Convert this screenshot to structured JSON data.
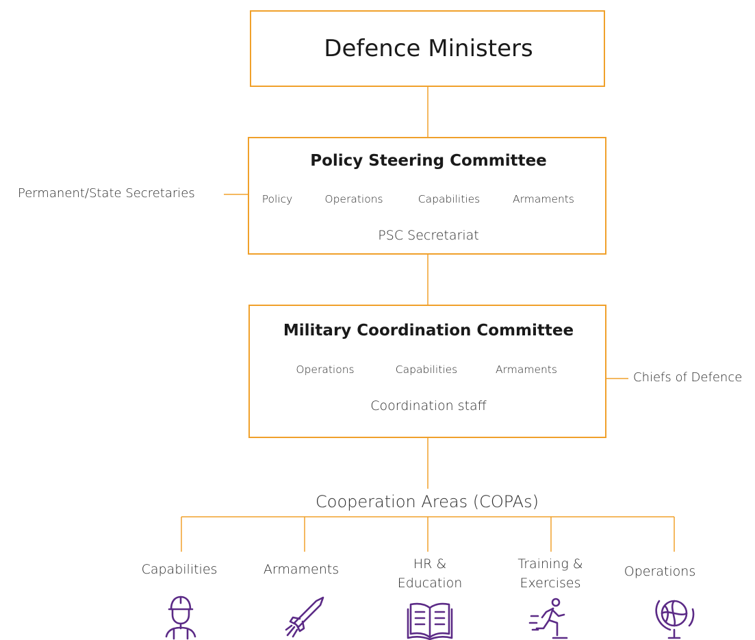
{
  "top_box": {
    "title": "Defence Ministers"
  },
  "psc_box": {
    "title": "Policy Steering Committee",
    "items": [
      "Policy",
      "Operations",
      "Capabilities",
      "Armaments"
    ],
    "footer": "PSC Secretariat"
  },
  "psc_side_label": "Permanent/State Secretaries",
  "mcc_box": {
    "title": "Military Coordination Committee",
    "items": [
      "Operations",
      "Capabilities",
      "Armaments"
    ],
    "footer": "Coordination staff"
  },
  "mcc_side_label": "Chiefs of Defence",
  "copas_label": "Cooperation Areas (COPAs)",
  "areas": [
    {
      "line1": "Capabilities",
      "line2": "",
      "icon": "soldier-icon"
    },
    {
      "line1": "Armaments",
      "line2": "",
      "icon": "missile-icon"
    },
    {
      "line1": "HR &",
      "line2": "Education",
      "icon": "book-icon"
    },
    {
      "line1": "Training &",
      "line2": "Exercises",
      "icon": "running-person-icon"
    },
    {
      "line1": "Operations",
      "line2": "",
      "icon": "globe-icon"
    }
  ],
  "colors": {
    "line": "#f0a02a",
    "icon": "#5b2a86",
    "text": "#1a1a1a"
  }
}
